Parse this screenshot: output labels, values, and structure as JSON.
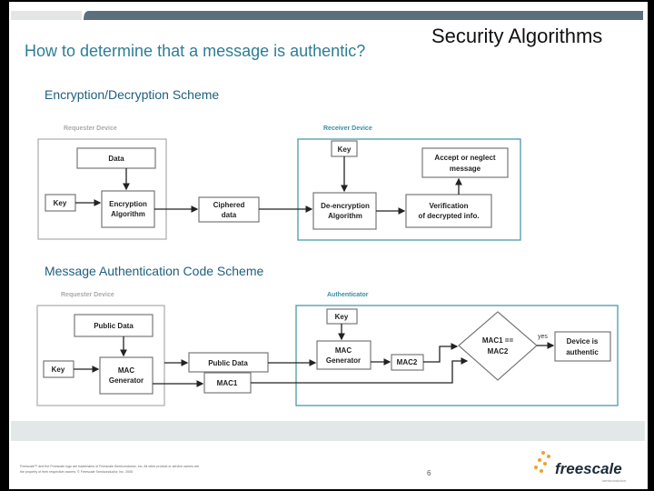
{
  "slide": {
    "title": "Security Algorithms",
    "subtitle": "How to determine that a message is authentic?",
    "page_number": "6",
    "footer_legal_line1": "Freescale™ and the Freescale logo are trademarks of Freescale Semiconductor, Inc. All other product or service names are",
    "footer_legal_line2": "the property of their respective owners. © Freescale Semiconductor, Inc. 2005",
    "logo_text": "freescale",
    "logo_subtext": "semiconductor"
  },
  "colors": {
    "title_blue": "#2f7d95",
    "heading_blue": "#1f5f7e",
    "teal_border": "#4a9aa8",
    "top_bar": "#5b6f7d"
  },
  "encryption": {
    "heading": "Encryption/Decryption Scheme",
    "requester_label": "Requester Device",
    "receiver_label": "Receiver Device",
    "data": "Data",
    "key": "Key",
    "enc_line1": "Encryption",
    "enc_line2": "Algorithm",
    "ciphered_line1": "Ciphered",
    "ciphered_line2": "data",
    "receiver_key": "Key",
    "dec_line1": "De-encryption",
    "dec_line2": "Algorithm",
    "verif_line1": "Verification",
    "verif_line2": "of decrypted info.",
    "accept_line1": "Accept or neglect",
    "accept_line2": "message"
  },
  "mac": {
    "heading": "Message Authentication Code Scheme",
    "requester_label": "Requester Device",
    "authenticator_label": "Authenticator",
    "public_data": "Public Data",
    "key": "Key",
    "macgen_line1": "MAC",
    "macgen_line2": "Generator",
    "sent_public_data": "Public Data",
    "mac1": "MAC1",
    "auth_key": "Key",
    "auth_macgen_line1": "MAC",
    "auth_macgen_line2": "Generator",
    "mac2": "MAC2",
    "compare_line1": "MAC1 ==",
    "compare_line2": "MAC2",
    "yes": "yes",
    "result_line1": "Device is",
    "result_line2": "authentic"
  }
}
